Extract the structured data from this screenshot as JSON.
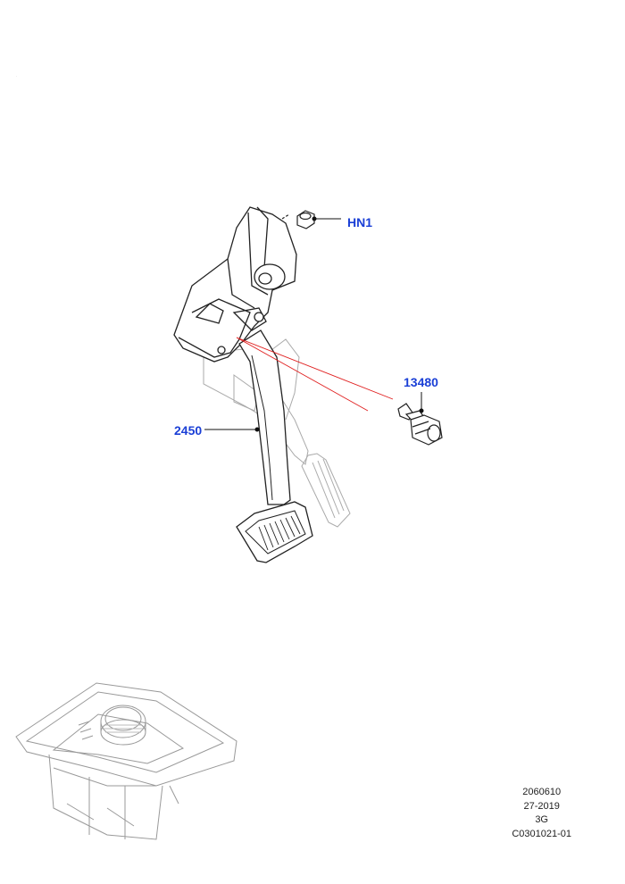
{
  "callouts": {
    "hn1": "HN1",
    "switch": "13480",
    "pedal": "2450"
  },
  "footer": {
    "line1": "2060610",
    "line2": "27-2019",
    "line3": "3G",
    "line4": "C0301021-01"
  },
  "colors": {
    "callout": "#1a3fd6",
    "leader_line": "#e02020",
    "line_art": "#222222",
    "ghost_art": "#aaaaaa"
  }
}
